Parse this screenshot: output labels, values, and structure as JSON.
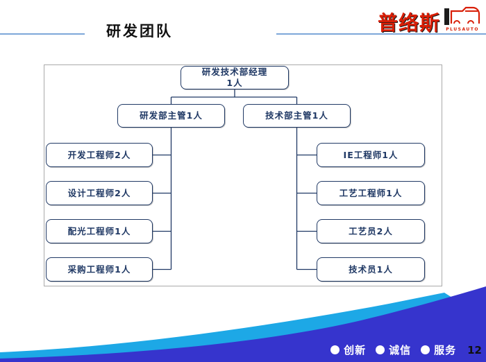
{
  "slide": {
    "title": "研发团队",
    "page_number": "12"
  },
  "logo": {
    "text": "普络斯",
    "subtext": "PLUSAUTO"
  },
  "org": {
    "root": {
      "line1": "研发技术部经理",
      "line2": "1人"
    },
    "level2": [
      {
        "label": "研发部主管1人"
      },
      {
        "label": "技术部主管1人"
      }
    ],
    "left_branch": [
      {
        "label": "开发工程师2人"
      },
      {
        "label": "设计工程师2人"
      },
      {
        "label": "配光工程师1人"
      },
      {
        "label": "采购工程师1人"
      }
    ],
    "right_branch": [
      {
        "label": "IE工程师1人"
      },
      {
        "label": "工艺工程师1人"
      },
      {
        "label": "工艺员2人"
      },
      {
        "label": "技术员1人"
      }
    ]
  },
  "footer": {
    "values": [
      {
        "label": "创新"
      },
      {
        "label": "诚信"
      },
      {
        "label": "服务"
      }
    ]
  },
  "colors": {
    "node_border": "#1f3864",
    "node_text": "#1f3864",
    "frame_border": "#a9a9a9",
    "header_line": "#7da7d9",
    "logo_red": "#d81e06",
    "wave_light": "#1da8e6",
    "wave_dark": "#3634cd",
    "footer_text": "#ffffff",
    "page_number_color": "#101010"
  }
}
